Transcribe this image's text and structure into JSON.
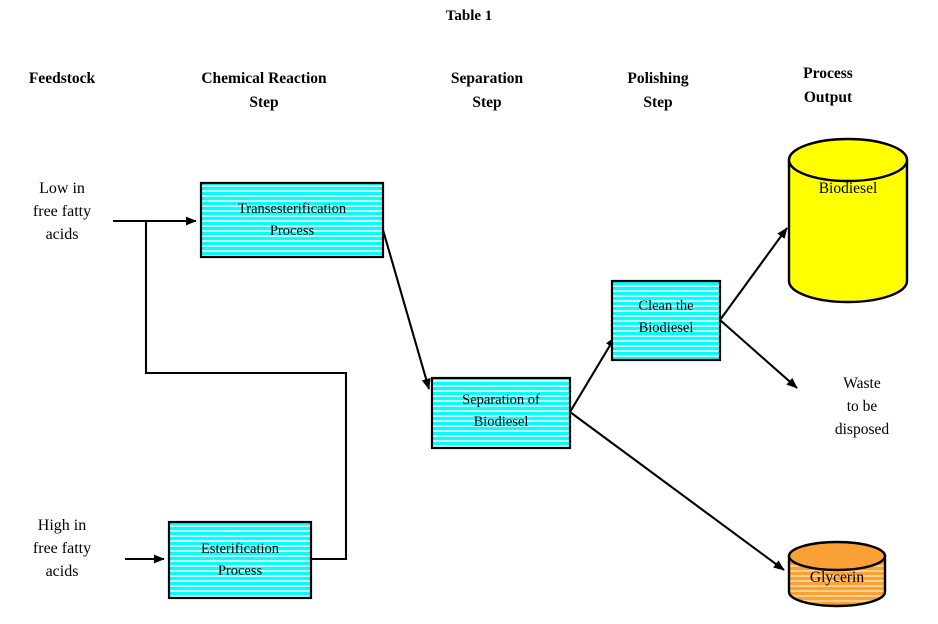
{
  "figure": {
    "title": "Table 1"
  },
  "columns": [
    {
      "id": "feedstock",
      "lines": [
        "Feedstock"
      ]
    },
    {
      "id": "chemical-reaction-step",
      "lines": [
        "Chemical Reaction",
        "Step"
      ]
    },
    {
      "id": "separation-step",
      "lines": [
        "Separation",
        "Step"
      ]
    },
    {
      "id": "polishing-step",
      "lines": [
        "Polishing",
        "Step"
      ]
    },
    {
      "id": "process-output",
      "lines": [
        "Process",
        "Output"
      ]
    }
  ],
  "feedstocks": [
    {
      "id": "low-ffa",
      "lines": [
        "Low in",
        "free fatty",
        "acids"
      ]
    },
    {
      "id": "high-ffa",
      "lines": [
        "High in",
        "free fatty",
        "acids"
      ]
    }
  ],
  "process_boxes": [
    {
      "id": "transesterification",
      "lines": [
        "Transesterification",
        "Process"
      ],
      "fill": "#00FFFF"
    },
    {
      "id": "esterification",
      "lines": [
        "Esterification",
        "Process"
      ],
      "fill": "#00FFFF"
    },
    {
      "id": "separation-of-biodiesel",
      "lines": [
        "Separation of",
        "Biodiesel"
      ],
      "fill": "#00FFFF"
    },
    {
      "id": "clean-the-biodiesel",
      "lines": [
        "Clean the",
        "Biodiesel"
      ],
      "fill": "#00FFFF"
    }
  ],
  "outputs": [
    {
      "id": "biodiesel",
      "lines": [
        "Biodiesel"
      ],
      "shape": "cylinder",
      "fill": "#FFFF00"
    },
    {
      "id": "waste",
      "lines": [
        "Waste",
        "to be",
        "disposed"
      ],
      "shape": "text"
    },
    {
      "id": "glycerin",
      "lines": [
        "Glycerin"
      ],
      "shape": "cylinder",
      "fill": "#F9A037"
    }
  ],
  "colors": {
    "process_fill": "#00FFFF",
    "process_hatch": "#D9FFFF",
    "biodiesel_fill": "#FFFF00",
    "glycerin_fill": "#F9A037",
    "glycerin_hatch": "#FFD79B",
    "outline": "#000000",
    "background": "#FFFFFF"
  },
  "flows": [
    {
      "id": "low-ffa-to-transesterification",
      "from": "low-ffa",
      "to": "transesterification"
    },
    {
      "id": "high-ffa-to-esterification",
      "from": "high-ffa",
      "to": "esterification"
    },
    {
      "id": "transesterification-to-separation",
      "from": "transesterification",
      "to": "separation-of-biodiesel"
    },
    {
      "id": "esterification-to-transesterification-feed",
      "from": "esterification",
      "to": "transesterification"
    },
    {
      "id": "separation-to-clean",
      "from": "separation-of-biodiesel",
      "to": "clean-the-biodiesel"
    },
    {
      "id": "separation-to-glycerin",
      "from": "separation-of-biodiesel",
      "to": "glycerin"
    },
    {
      "id": "clean-to-biodiesel",
      "from": "clean-the-biodiesel",
      "to": "biodiesel"
    },
    {
      "id": "clean-to-waste",
      "from": "clean-the-biodiesel",
      "to": "waste"
    }
  ]
}
